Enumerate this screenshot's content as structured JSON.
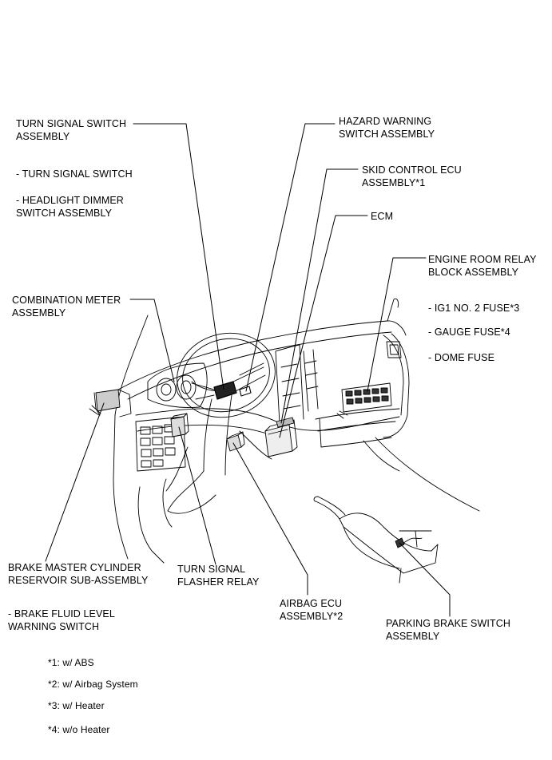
{
  "labels": {
    "turn_signal_switch_assembly": [
      "TURN SIGNAL SWITCH",
      "ASSEMBLY"
    ],
    "turn_signal_switch": "- TURN SIGNAL SWITCH",
    "headlight_dimmer": [
      "- HEADLIGHT DIMMER",
      "SWITCH ASSEMBLY"
    ],
    "hazard_warning": [
      "HAZARD WARNING",
      "SWITCH ASSEMBLY"
    ],
    "skid_control_ecu": [
      "SKID CONTROL ECU",
      "ASSEMBLY*1"
    ],
    "ecm": "ECM",
    "engine_room_relay": [
      "ENGINE ROOM RELAY",
      "BLOCK ASSEMBLY"
    ],
    "ig1_fuse": "- IG1 NO. 2 FUSE*3",
    "gauge_fuse": "- GAUGE FUSE*4",
    "dome_fuse": "- DOME FUSE",
    "combination_meter": [
      "COMBINATION METER",
      "ASSEMBLY"
    ],
    "brake_master_cylinder": [
      "BRAKE MASTER CYLINDER",
      "RESERVOIR SUB-ASSEMBLY"
    ],
    "brake_fluid_level": [
      "- BRAKE FLUID LEVEL",
      "WARNING SWITCH"
    ],
    "turn_signal_flasher": [
      "TURN SIGNAL",
      "FLASHER RELAY"
    ],
    "airbag_ecu": [
      "AIRBAG ECU",
      "ASSEMBLY*2"
    ],
    "parking_brake_switch": [
      "PARKING BRAKE SWITCH",
      "ASSEMBLY"
    ]
  },
  "footnotes": [
    "*1: w/ ABS",
    "*2: w/ Airbag System",
    "*3: w/ Heater",
    "*4: w/o Heater"
  ]
}
